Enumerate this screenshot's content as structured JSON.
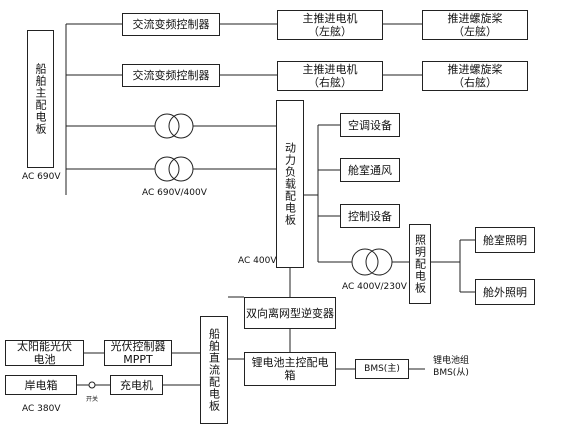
{
  "main_board": {
    "label": "船舶主配电板",
    "voltage": "AC 690V"
  },
  "propulsion_port": {
    "converter": "交流变频控制器",
    "motor": "主推进电机",
    "motor_side": "（左舷）",
    "propeller": "推进螺旋桨",
    "propeller_side": "（左舷）"
  },
  "propulsion_starboard": {
    "converter": "交流变频控制器",
    "motor": "主推进电机",
    "motor_side": "（右舷）",
    "propeller": "推进螺旋桨",
    "propeller_side": "（右舷）"
  },
  "transformer_main": {
    "label": "AC 690V/400V"
  },
  "power_board": {
    "label": "动力负载配电板",
    "voltage": "AC 400V"
  },
  "loads": {
    "ac": "空调设备",
    "vent": "舱室通风",
    "ctrl": "控制设备"
  },
  "transformer_light": {
    "label": "AC 400V/230V"
  },
  "lighting_board": {
    "label": "照明配电板"
  },
  "lights": {
    "cabin": "舱室照明",
    "outdoor": "舱外照明"
  },
  "inverter": {
    "label": "双向离网型逆变器"
  },
  "battery_main": {
    "label_line1": "锂电池主控配电",
    "label_line2": "箱"
  },
  "bms_master": {
    "label": "BMS(主)"
  },
  "battery_pack": {
    "line1": "锂电池组",
    "line2": "BMS(从)"
  },
  "dc_board": {
    "label": "船舶直流配电板"
  },
  "solar": {
    "line1": "太阳能光伏",
    "line2": "电池"
  },
  "pv_controller": {
    "line1": "光伏控制器",
    "line2": "MPPT"
  },
  "shore": {
    "label": "岸电箱",
    "voltage": "AC 380V",
    "switch": "开关"
  },
  "charger": {
    "label": "充电机"
  }
}
